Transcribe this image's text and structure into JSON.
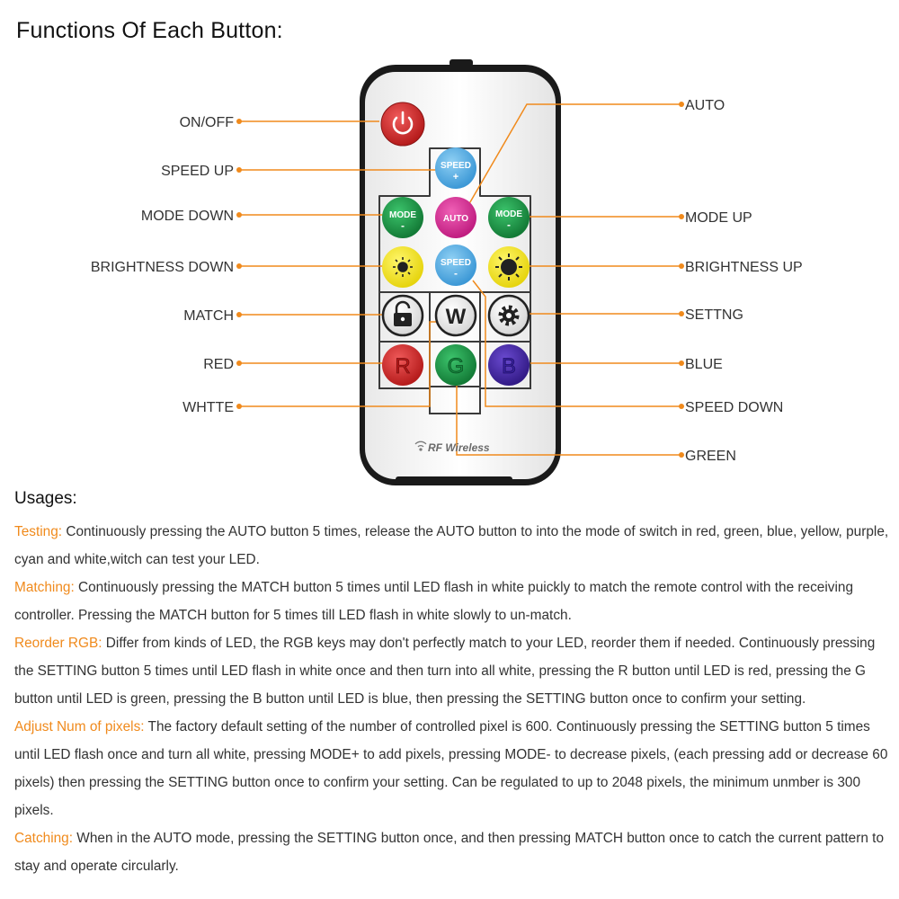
{
  "title": "Functions Of Each Button:",
  "labels_left": [
    "ON/OFF",
    "SPEED UP",
    "MODE DOWN",
    "BRIGHTNESS DOWN",
    "MATCH",
    "RED",
    "WHTTE"
  ],
  "labels_right": [
    "AUTO",
    "MODE UP",
    "BRIGHTNESS UP",
    "SETTNG",
    "BLUE",
    "SPEED DOWN",
    "GREEN"
  ],
  "buttons": {
    "speed_up": {
      "top": "SPEED",
      "bottom": "+"
    },
    "mode_down": {
      "top": "MODE",
      "bottom": "-"
    },
    "auto": "AUTO",
    "mode_up": {
      "top": "MODE",
      "bottom": "-"
    },
    "speed_down": {
      "top": "SPEED",
      "bottom": "-"
    },
    "white": "W",
    "red": "R",
    "green": "G",
    "blue": "B"
  },
  "brand": "RF Wireless",
  "colors": {
    "accent": "#f08a1c",
    "red": "#d42a2a",
    "green": "#1e9e4a",
    "blue": "#4b2aa8",
    "yellow": "#f6ea1e",
    "speed": "#5fb4e8",
    "auto": "#e0349a"
  },
  "usages": {
    "title": "Usages:",
    "items": [
      {
        "key": "Testing:",
        "text": " Continuously pressing the AUTO button 5 times, release the AUTO button to into the mode of switch in red, green, blue, yellow, purple, cyan and white,witch can test your LED."
      },
      {
        "key": "Matching:",
        "text": " Continuously pressing the MATCH button 5 times until LED flash in white puickly to match the remote control with the receiving controller. Pressing the MATCH button for 5 times till LED flash in white slowly to un-match."
      },
      {
        "key": "Reorder RGB:",
        "text": " Differ from kinds of LED, the RGB keys may don't perfectly match to your LED, reorder them if needed. Continuously pressing the SETTING button 5 times until LED flash in white once and then turn into all white, pressing the R button until LED is red, pressing the G button until LED is green, pressing the B button until LED is blue, then pressing the SETTING button once to confirm your setting."
      },
      {
        "key": "Adjust Num of pixels:",
        "text": " The factory default setting of the number of controlled pixel is 600. Continuously pressing the SETTING button 5 times until LED flash once and turn all white, pressing MODE+ to add pixels, pressing MODE- to decrease pixels, (each pressing add or decrease 60 pixels) then pressing the SETTING button once to confirm your setting. Can be regulated to up to 2048 pixels, the minimum unmber is 300 pixels."
      },
      {
        "key": "Catching:",
        "text": " When in the AUTO mode, pressing the SETTING button once, and then pressing MATCH button once to catch the current pattern to stay and operate circularly."
      }
    ]
  }
}
